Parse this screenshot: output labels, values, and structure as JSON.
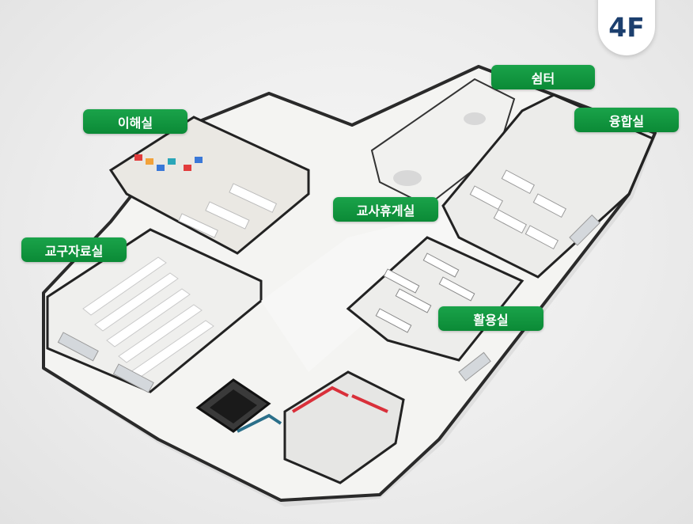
{
  "floor": {
    "label": "4F"
  },
  "rooms": [
    {
      "id": "shelter",
      "label": "쉼터"
    },
    {
      "id": "understanding",
      "label": "이해실"
    },
    {
      "id": "convergence",
      "label": "융합실"
    },
    {
      "id": "teacher-lounge",
      "label": "교사휴게실"
    },
    {
      "id": "teaching-materials",
      "label": "교구자료실"
    },
    {
      "id": "activity",
      "label": "활용실"
    }
  ],
  "colors": {
    "label_green": "#0f9a3f",
    "badge_text": "#1c3f6e",
    "accent_teal": "#2aa6b8",
    "accent_red": "#d9303a"
  }
}
